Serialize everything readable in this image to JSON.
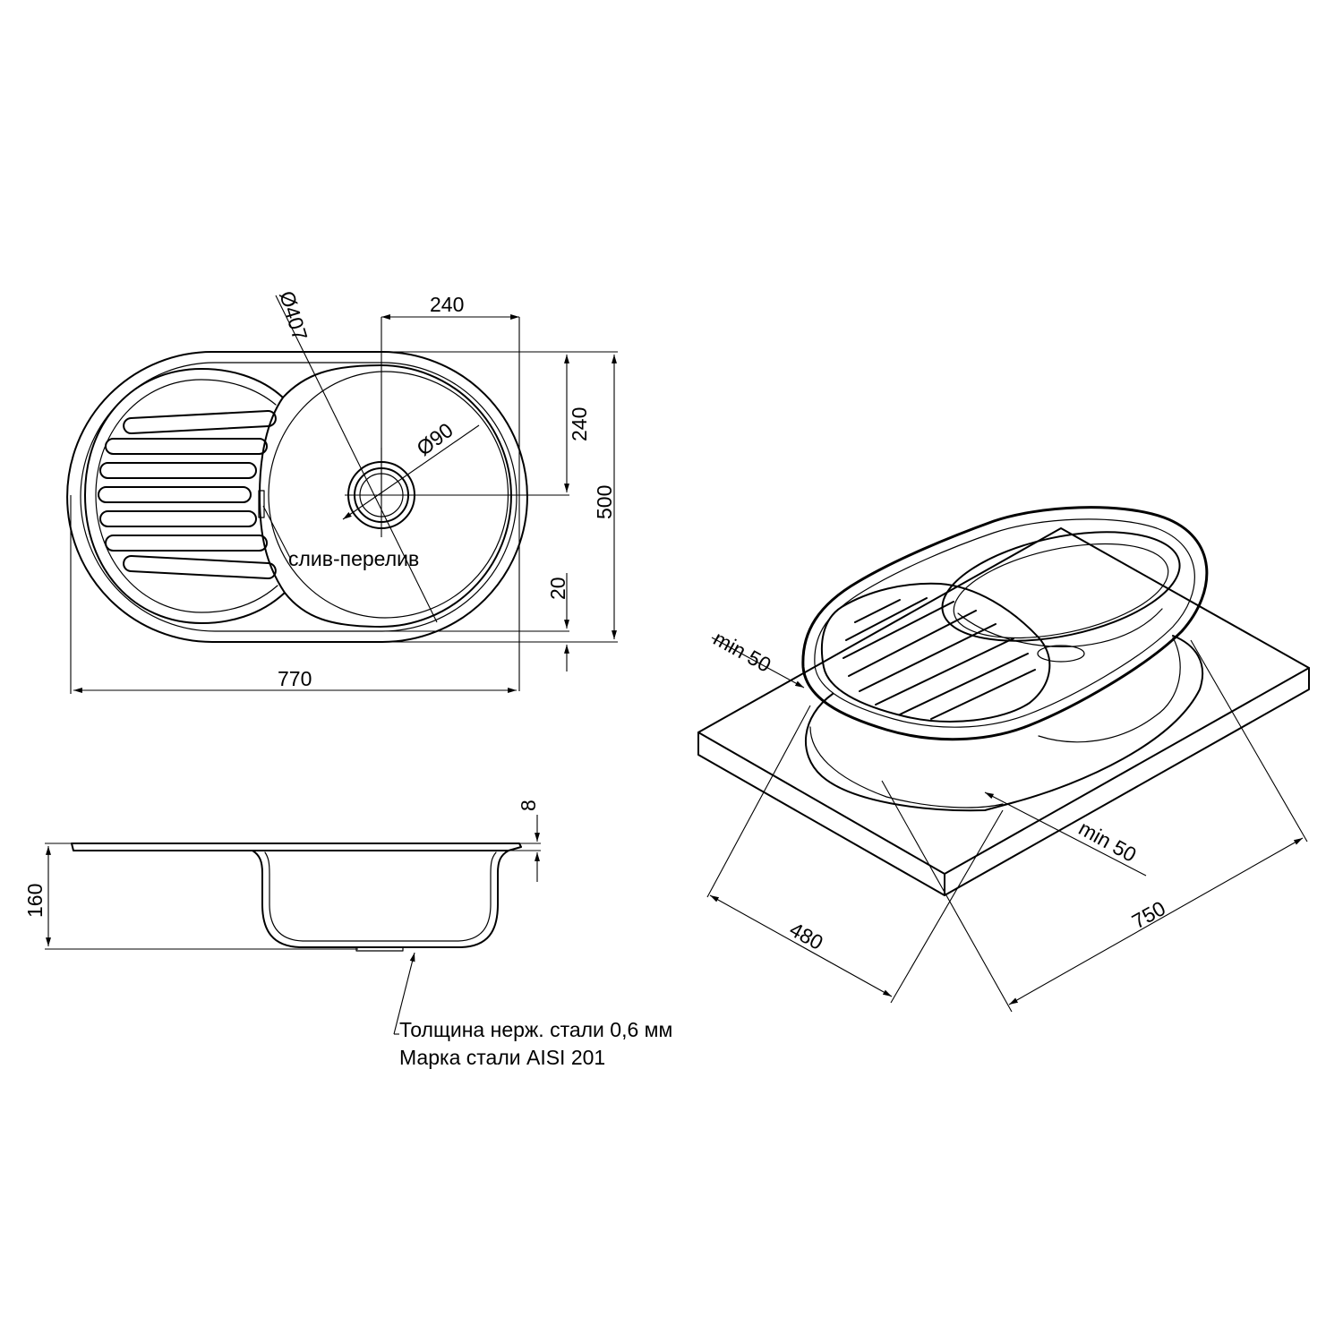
{
  "dims": {
    "d407": "Ø407",
    "w240_top": "240",
    "h240": "240",
    "d90": "Ø90",
    "h500": "500",
    "overflow": "слив-перелив",
    "h20": "20",
    "w770": "770",
    "t8": "8",
    "h160": "160",
    "min50_left": "min 50",
    "min50_right": "min 50",
    "w480": "480",
    "w750": "750"
  },
  "notes": {
    "thickness": "Толщина нерж. стали 0,6 мм",
    "grade": "Марка стали AISI 201"
  },
  "colors": {
    "line": "#000000",
    "background": "#ffffff"
  }
}
